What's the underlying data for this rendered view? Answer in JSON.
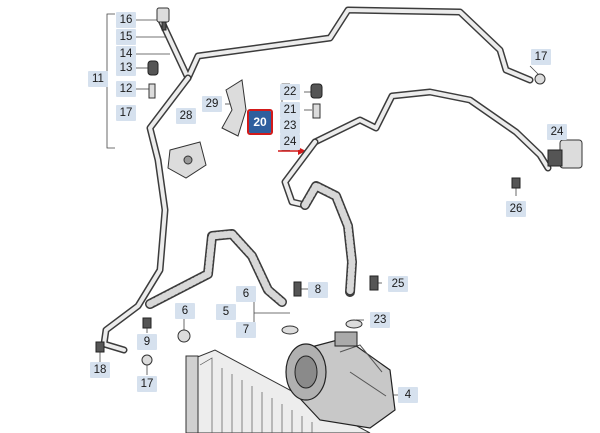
{
  "callouts": [
    {
      "id": "c16",
      "label": "16"
    },
    {
      "id": "c15",
      "label": "15"
    },
    {
      "id": "c14",
      "label": "14"
    },
    {
      "id": "c13",
      "label": "13"
    },
    {
      "id": "c11",
      "label": "11"
    },
    {
      "id": "c12",
      "label": "12"
    },
    {
      "id": "c17a",
      "label": "17"
    },
    {
      "id": "c29",
      "label": "29"
    },
    {
      "id": "c28",
      "label": "28"
    },
    {
      "id": "c22",
      "label": "22"
    },
    {
      "id": "c21",
      "label": "21"
    },
    {
      "id": "c23",
      "label": "23"
    },
    {
      "id": "c24a",
      "label": "24"
    },
    {
      "id": "c20",
      "label": "20"
    },
    {
      "id": "c17b",
      "label": "17"
    },
    {
      "id": "c24b",
      "label": "24"
    },
    {
      "id": "c26",
      "label": "26"
    },
    {
      "id": "c25",
      "label": "25"
    },
    {
      "id": "c8",
      "label": "8"
    },
    {
      "id": "c6a",
      "label": "6"
    },
    {
      "id": "c5",
      "label": "5"
    },
    {
      "id": "c7",
      "label": "7"
    },
    {
      "id": "c23b",
      "label": "23"
    },
    {
      "id": "c6b",
      "label": "6"
    },
    {
      "id": "c9",
      "label": "9"
    },
    {
      "id": "c18",
      "label": "18"
    },
    {
      "id": "c17c",
      "label": "17"
    },
    {
      "id": "c4",
      "label": "4"
    }
  ],
  "colors": {
    "callout_bg": "#d6e1ee",
    "highlight_bg": "#2f5f9e",
    "highlight_border": "#d21a1a",
    "line": "#3c3c3c"
  }
}
